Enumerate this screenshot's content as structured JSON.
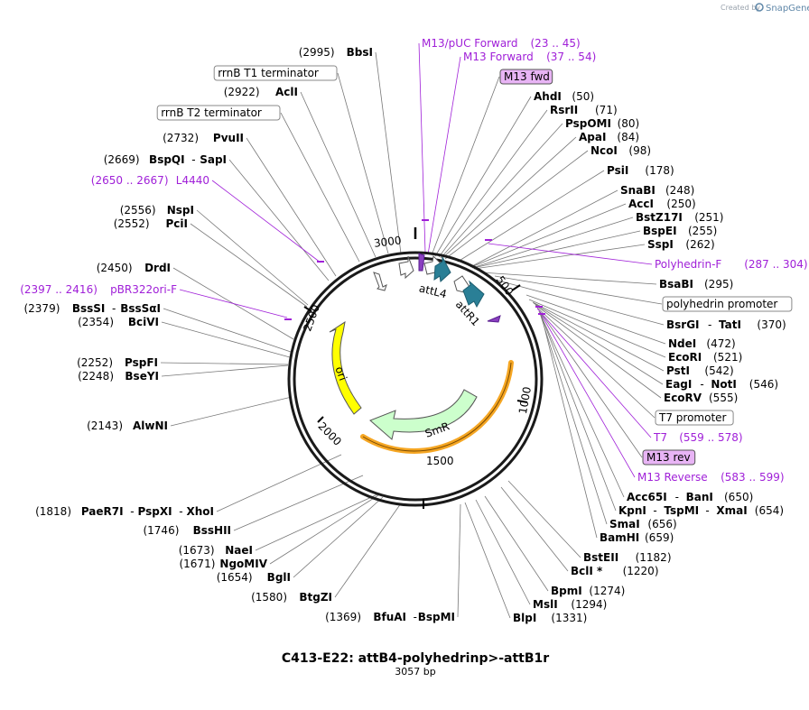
{
  "header": {
    "credit": "Created by",
    "brand": "SnapGene"
  },
  "map": {
    "title": "C413-E22: attB4-polyhedrinp>-attB1r",
    "length_label": "3057 bp",
    "length": 3057,
    "ticks": [
      "500",
      "1000",
      "1500",
      "2000",
      "2500",
      "3000"
    ],
    "colors": {
      "backbone": "#1a1a1a",
      "primer": "#a020d8",
      "ori": "#ffff00",
      "smr": "#ccffcc",
      "att": "#2a7f96",
      "orange": "#f5a623"
    }
  },
  "features": {
    "ori": "ori",
    "smr": "SmR",
    "attl4": "attL4",
    "attr1": "attR1"
  },
  "right_labels": [
    {
      "id": "m13puc",
      "primer": true,
      "name": "M13/pUC Forward",
      "pos": "(23 .. 45)"
    },
    {
      "id": "m13f",
      "primer": true,
      "name": "M13 Forward",
      "pos": "(37 .. 54)"
    },
    {
      "id": "m13fwd",
      "boxed": "purple",
      "name": "M13 fwd"
    },
    {
      "id": "ahdi",
      "name": "AhdI",
      "pos": "(50)"
    },
    {
      "id": "rsrii",
      "name": "RsrII",
      "pos": "(71)"
    },
    {
      "id": "pspomi",
      "name": "PspOMI",
      "pos": "(80)"
    },
    {
      "id": "apai",
      "name": "ApaI",
      "pos": "(84)"
    },
    {
      "id": "ncoi",
      "name": "NcoI",
      "pos": "(98)"
    },
    {
      "id": "psii",
      "name": "PsiI",
      "pos": "(178)"
    },
    {
      "id": "snabi",
      "name": "SnaBI",
      "pos": "(248)"
    },
    {
      "id": "acci",
      "name": "AccI",
      "pos": "(250)"
    },
    {
      "id": "bstz17i",
      "name": "BstZ17I",
      "pos": "(251)"
    },
    {
      "id": "bspei",
      "name": "BspEI",
      "pos": "(255)"
    },
    {
      "id": "sspi",
      "name": "SspI",
      "pos": "(262)"
    },
    {
      "id": "polhf",
      "primer": true,
      "name": "Polyhedrin-F",
      "pos": "(287 .. 304)"
    },
    {
      "id": "bsabi",
      "name": "BsaBI",
      "pos": "(295)"
    },
    {
      "id": "polprom",
      "boxed": "grey",
      "name": "polyhedrin promoter"
    },
    {
      "id": "bsrgi",
      "name": "BsrGI",
      "name2": "TatI",
      "pos": "(370)"
    },
    {
      "id": "ndei",
      "name": "NdeI",
      "pos": "(472)"
    },
    {
      "id": "ecori",
      "name": "EcoRI",
      "pos": "(521)"
    },
    {
      "id": "psti",
      "name": "PstI",
      "pos": "(542)"
    },
    {
      "id": "eagi",
      "name": "EagI",
      "name2": "NotI",
      "pos": "(546)"
    },
    {
      "id": "ecorv",
      "name": "EcoRV",
      "pos": "(555)"
    },
    {
      "id": "t7prom",
      "boxed": "grey",
      "name": "T7 promoter"
    },
    {
      "id": "t7",
      "primer": true,
      "name": "T7",
      "pos": "(559 .. 578)"
    },
    {
      "id": "m13rev",
      "boxed": "purple",
      "name": "M13 rev"
    },
    {
      "id": "m13r",
      "primer": true,
      "name": "M13 Reverse",
      "pos": "(583 .. 599)"
    },
    {
      "id": "acc65i",
      "name": "Acc65I",
      "name2": "BanI",
      "pos": "(650)"
    },
    {
      "id": "kpni",
      "name": "KpnI",
      "name2": "TspMI",
      "name3": "XmaI",
      "pos": "(654)"
    },
    {
      "id": "smai",
      "name": "SmaI",
      "pos": "(656)"
    },
    {
      "id": "bamhi",
      "name": "BamHI",
      "pos": "(659)"
    },
    {
      "id": "bsteii",
      "name": "BstEII",
      "pos": "(1182)"
    },
    {
      "id": "bcli",
      "name": "BclI *",
      "pos": "(1220)"
    },
    {
      "id": "bpmi",
      "name": "BpmI",
      "pos": "(1274)"
    },
    {
      "id": "msli",
      "name": "MslI",
      "pos": "(1294)"
    },
    {
      "id": "blpi",
      "name": "BlpI",
      "pos": "(1331)"
    }
  ],
  "left_labels": [
    {
      "id": "bbsi",
      "name": "BbsI",
      "pos": "(2995)"
    },
    {
      "id": "t1term",
      "boxed": "grey",
      "name": "rrnB T1 terminator"
    },
    {
      "id": "acli",
      "name": "AclI",
      "pos": "(2922)"
    },
    {
      "id": "t2term",
      "boxed": "grey",
      "name": "rrnB T2 terminator"
    },
    {
      "id": "pvuii",
      "name": "PvuII",
      "pos": "(2732)"
    },
    {
      "id": "bspqi",
      "name": "BspQI",
      "name2": "SapI",
      "pos": "(2669)"
    },
    {
      "id": "l4440",
      "primer": true,
      "name": "L4440",
      "pos": "(2650 .. 2667)"
    },
    {
      "id": "nspi",
      "name": "NspI",
      "pos": "(2556)"
    },
    {
      "id": "pcii",
      "name": "PciI",
      "pos": "(2552)"
    },
    {
      "id": "drdi",
      "name": "DrdI",
      "pos": "(2450)"
    },
    {
      "id": "pbr322",
      "primer": true,
      "name": "pBR322ori-F",
      "pos": "(2397 .. 2416)"
    },
    {
      "id": "bsssi",
      "name": "BssSI",
      "name2": "BssSαI",
      "pos": "(2379)"
    },
    {
      "id": "bcivi",
      "name": "BciVI",
      "pos": "(2354)"
    },
    {
      "id": "pspfi",
      "name": "PspFI",
      "pos": "(2252)"
    },
    {
      "id": "bseyi",
      "name": "BseYI",
      "pos": "(2248)"
    },
    {
      "id": "alwni",
      "name": "AlwNI",
      "pos": "(2143)"
    },
    {
      "id": "paer7i",
      "name": "PaeR7I",
      "name2": "PspXI",
      "name3": "XhoI",
      "pos": "(1818)"
    },
    {
      "id": "bsshii",
      "name": "BssHII",
      "pos": "(1746)"
    },
    {
      "id": "naei",
      "name": "NaeI",
      "pos": "(1673)"
    },
    {
      "id": "ngomiv",
      "name": "NgoMIV",
      "pos": "(1671)"
    },
    {
      "id": "bgli",
      "name": "BglI",
      "pos": "(1654)"
    },
    {
      "id": "btgzi",
      "name": "BtgZI",
      "pos": "(1580)"
    },
    {
      "id": "bfuai",
      "name": "BfuAI",
      "name2": "BspMI",
      "pos": "(1369)"
    }
  ]
}
